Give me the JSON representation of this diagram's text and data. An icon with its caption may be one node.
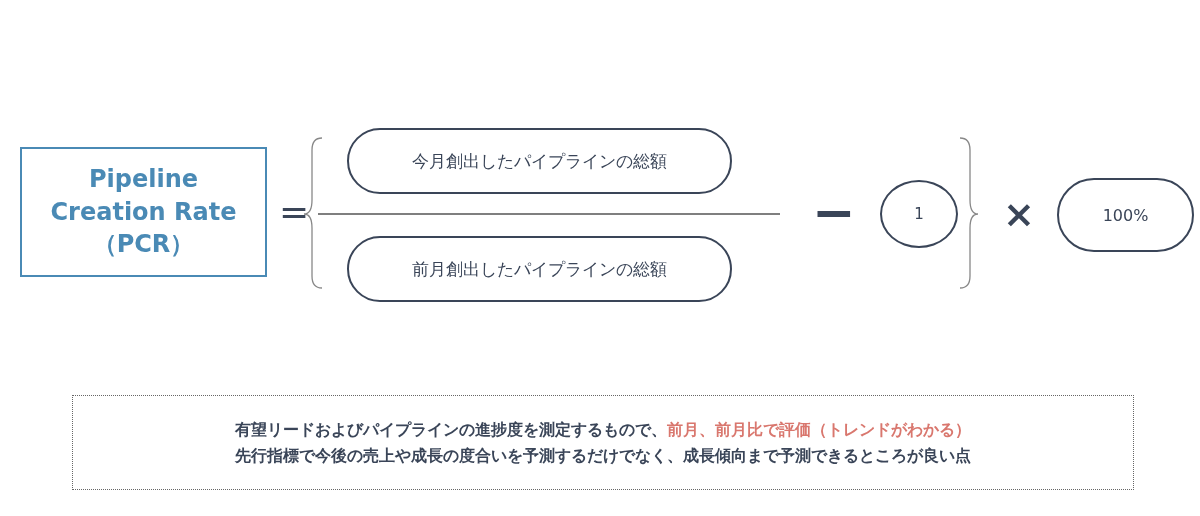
{
  "diagram": {
    "nodes": [
      {
        "text": [
          "Pipeline Creation Rate （PCR）"
        ]
      },
      {
        "text": [
          "今月創出したパイプラインの総額"
        ]
      },
      {
        "text": [
          "前月創出したパイプラインの総額"
        ]
      },
      {
        "text": [
          "1"
        ]
      },
      {
        "text": [
          "100%"
        ]
      },
      {
        "text": [
          "有望リードおよびパイプラインの進捗度を測定するもので、",
          "前月、前月比で評価（トレンドがわかる）",
          "先行指標で今後の売上や成長の度合いを予測するだけでなく、成長傾向まで予測できるところが良い点"
        ]
      }
    ],
    "edges": [],
    "labels": [
      "=",
      "−",
      "×"
    ]
  }
}
